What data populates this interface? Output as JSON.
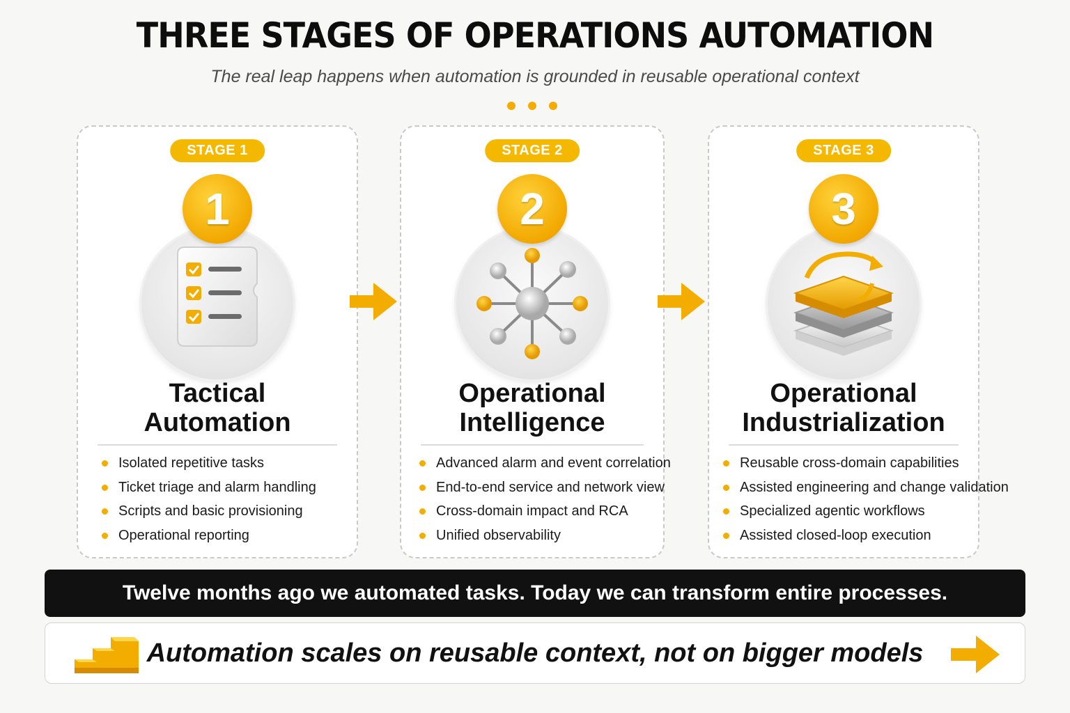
{
  "header": {
    "title": "THREE STAGES OF OPERATIONS AUTOMATION",
    "subtitle": "The real leap happens when automation is grounded in reusable operational context"
  },
  "stages": [
    {
      "badge": "STAGE 1",
      "number": "1",
      "title_line1": "Tactical",
      "title_line2": "Automation",
      "icon": "checklist-icon",
      "bullets": [
        "Isolated repetitive tasks",
        "Ticket triage and alarm handling",
        "Scripts and basic provisioning",
        "Operational reporting"
      ]
    },
    {
      "badge": "STAGE 2",
      "number": "2",
      "title_line1": "Operational",
      "title_line2": "Intelligence",
      "icon": "network-hub-icon",
      "bullets": [
        "Advanced alarm and event correlation",
        "End-to-end service and network view",
        "Cross-domain impact and RCA",
        "Unified observability"
      ]
    },
    {
      "badge": "STAGE 3",
      "number": "3",
      "title_line1": "Operational",
      "title_line2": "Industrialization",
      "icon": "layered-cycle-icon",
      "bullets": [
        "Reusable cross-domain capabilities",
        "Assisted engineering and change validation",
        "Specialized agentic workflows",
        "Assisted closed-loop execution"
      ]
    }
  ],
  "banner": {
    "text": "Twelve months ago we automated tasks. Today we can transform entire processes."
  },
  "footer": {
    "text": "Automation scales on reusable context, not on bigger models",
    "left_icon": "stairs-icon",
    "right_icon": "arrow-right-icon"
  },
  "colors": {
    "accent": "#f2ad00",
    "dark": "#111111",
    "card_bg": "#ffffff",
    "page_bg": "#f7f7f6"
  }
}
